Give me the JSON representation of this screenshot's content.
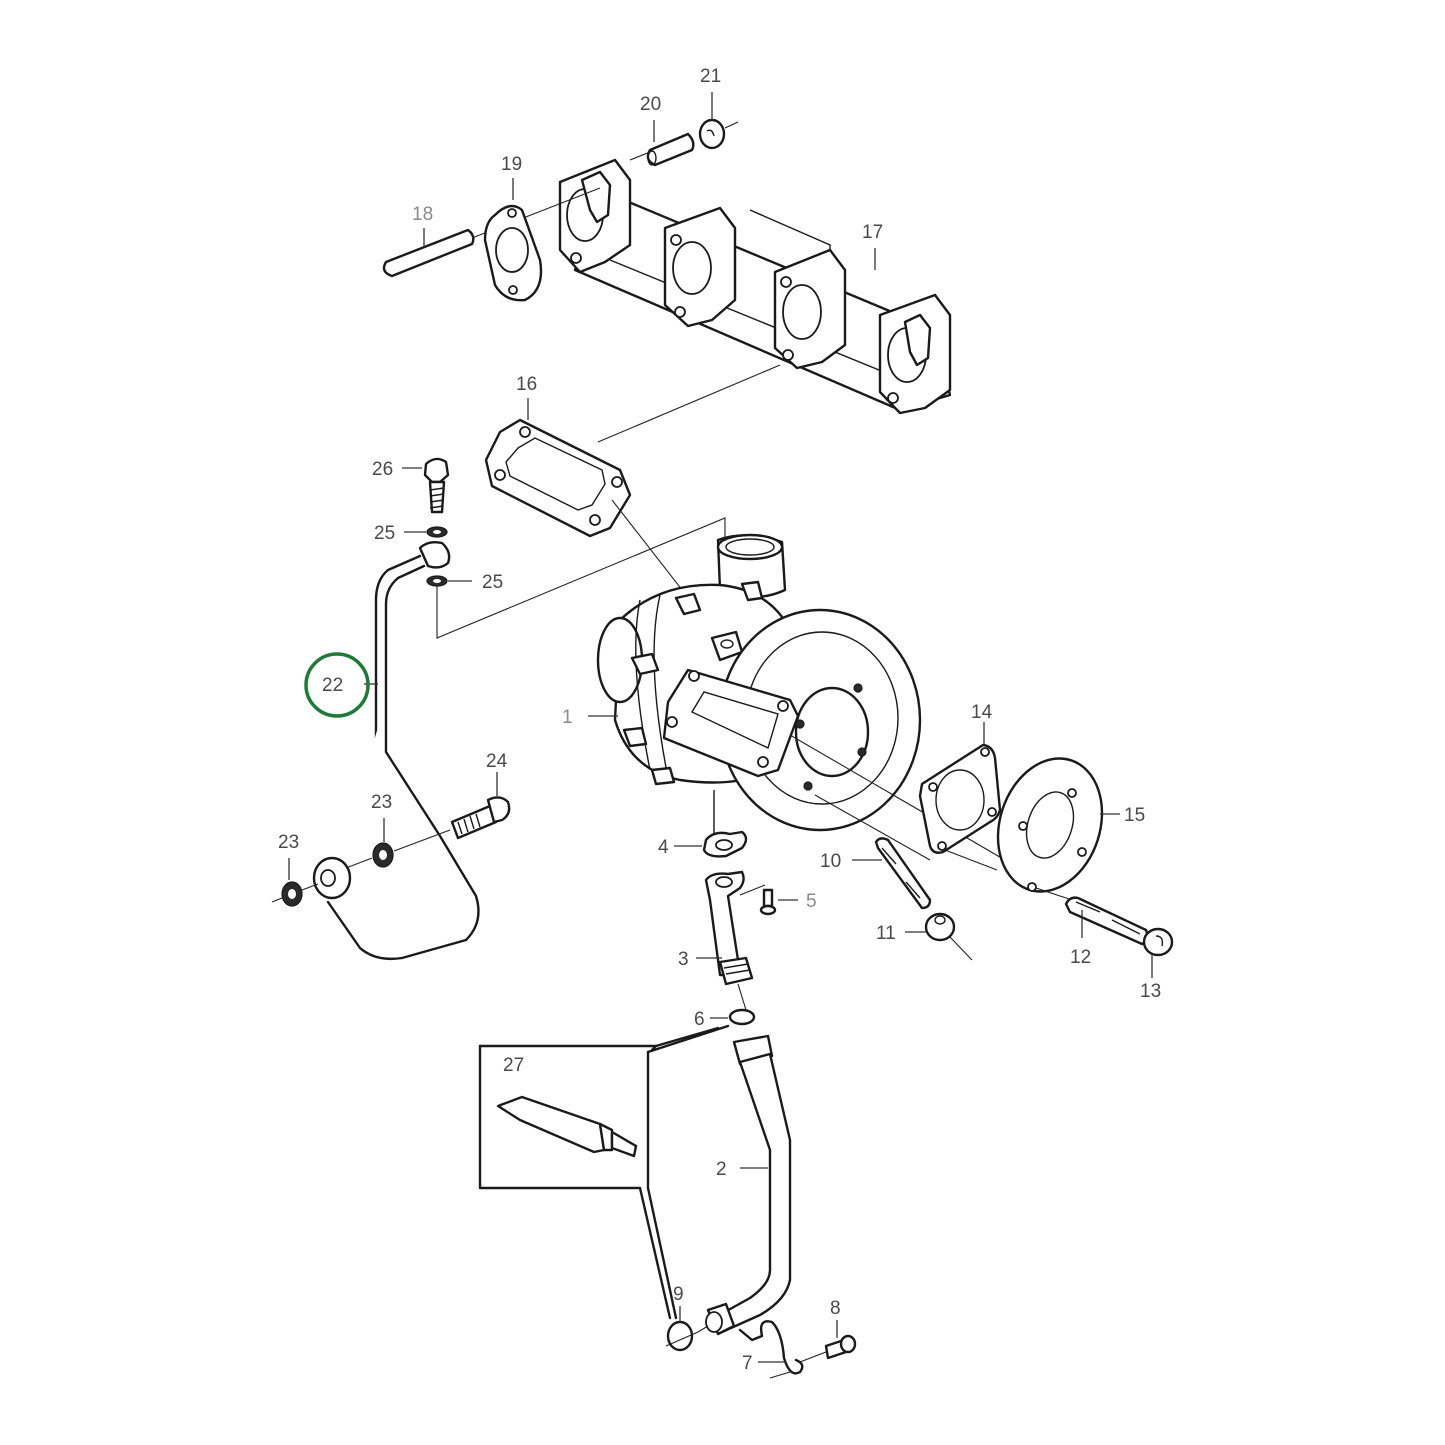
{
  "diagram": {
    "title": "Turbocharger exploded parts diagram",
    "highlight_color": "#1e7a35",
    "highlighted_part": "22",
    "callouts": [
      {
        "id": "c1",
        "label": "1",
        "part": "turbocharger"
      },
      {
        "id": "c2",
        "label": "2",
        "part": "oil-return-pipe"
      },
      {
        "id": "c3",
        "label": "3",
        "part": "oil-drain-elbow"
      },
      {
        "id": "c4",
        "label": "4",
        "part": "drain-gasket"
      },
      {
        "id": "c5",
        "label": "5",
        "part": "flange-screw"
      },
      {
        "id": "c6",
        "label": "6",
        "part": "o-ring-upper"
      },
      {
        "id": "c7",
        "label": "7",
        "part": "pipe-clamp"
      },
      {
        "id": "c8",
        "label": "8",
        "part": "clamp-screw"
      },
      {
        "id": "c9",
        "label": "9",
        "part": "o-ring-lower"
      },
      {
        "id": "c10",
        "label": "10",
        "part": "stud"
      },
      {
        "id": "c11",
        "label": "11",
        "part": "nut"
      },
      {
        "id": "c12",
        "label": "12",
        "part": "stud"
      },
      {
        "id": "c13",
        "label": "13",
        "part": "socket-head-screw"
      },
      {
        "id": "c14",
        "label": "14",
        "part": "outlet-gasket"
      },
      {
        "id": "c15",
        "label": "15",
        "part": "outlet-flange"
      },
      {
        "id": "c16",
        "label": "16",
        "part": "turbo-gasket"
      },
      {
        "id": "c17",
        "label": "17",
        "part": "exhaust-manifold"
      },
      {
        "id": "c18",
        "label": "18",
        "part": "manifold-stud"
      },
      {
        "id": "c19",
        "label": "19",
        "part": "manifold-gasket"
      },
      {
        "id": "c20",
        "label": "20",
        "part": "spacer-sleeve"
      },
      {
        "id": "c21",
        "label": "21",
        "part": "manifold-nut"
      },
      {
        "id": "c22",
        "label": "22",
        "part": "oil-delivery-pipe"
      },
      {
        "id": "c23a",
        "label": "23",
        "part": "sealing-washer"
      },
      {
        "id": "c23b",
        "label": "23",
        "part": "sealing-washer"
      },
      {
        "id": "c24",
        "label": "24",
        "part": "banjo-bolt-lower"
      },
      {
        "id": "c25a",
        "label": "25",
        "part": "sealing-washer-upper"
      },
      {
        "id": "c25b",
        "label": "25",
        "part": "sealing-washer-lower"
      },
      {
        "id": "c26",
        "label": "26",
        "part": "banjo-bolt-upper"
      },
      {
        "id": "c27",
        "label": "27",
        "part": "sealant-tube"
      }
    ]
  }
}
